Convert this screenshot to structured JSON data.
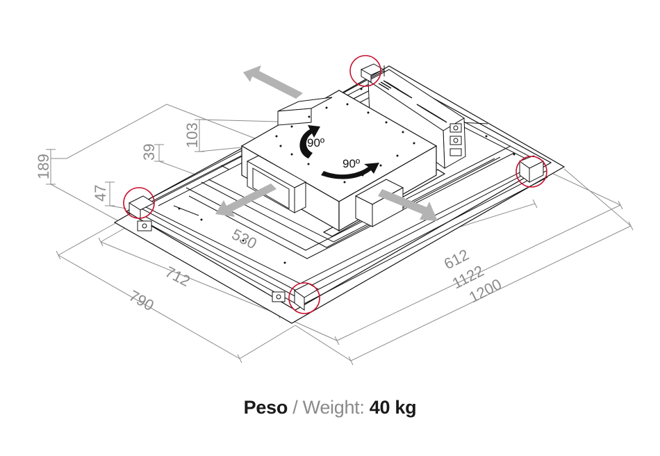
{
  "diagram": {
    "dimensions": {
      "d189": "189",
      "d103": "103",
      "d39": "39",
      "d47": "47",
      "d530": "530",
      "d612": "612",
      "d712": "712",
      "d790": "790",
      "d1122": "1122",
      "d1200": "1200"
    },
    "rotation_labels": {
      "left": "90º",
      "right": "90º"
    },
    "colors": {
      "line": "#111111",
      "dimension": "#8a8a8a",
      "arrow": "#b3b3b3",
      "highlight": "#c8102e"
    },
    "highlights": [
      "corner-top",
      "corner-left",
      "corner-right",
      "corner-bottom"
    ]
  },
  "caption": {
    "label_es": "Peso",
    "separator": " / ",
    "label_en": "Weight:",
    "value": " 40 kg"
  }
}
